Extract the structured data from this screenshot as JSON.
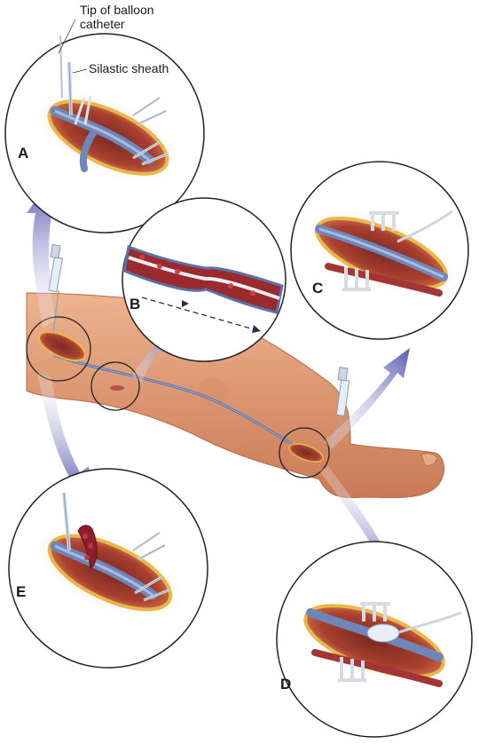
{
  "callouts": {
    "balloon_tip_line1": "Tip of balloon",
    "balloon_tip_line2": "catheter",
    "silastic_sheath": "Silastic sheath"
  },
  "panels": [
    {
      "letter": "A",
      "icon": "vein-exposure-clamped-icon"
    },
    {
      "letter": "B",
      "icon": "vein-lumen-cross-section-icon"
    },
    {
      "letter": "C",
      "icon": "distal-cutdown-catheter-icon"
    },
    {
      "letter": "D",
      "icon": "balloon-inflated-icon"
    },
    {
      "letter": "E",
      "icon": "thrombus-extraction-icon"
    }
  ],
  "colors": {
    "skin": "#e6a47e",
    "skin_shadow": "#c97a55",
    "wound_edge": "#e8b84a",
    "muscle": "#b24a3a",
    "vein": "#6f86b8",
    "arrow": "#6a68b8",
    "clot": "#8e1e2a",
    "circle_outline": "#222222"
  }
}
